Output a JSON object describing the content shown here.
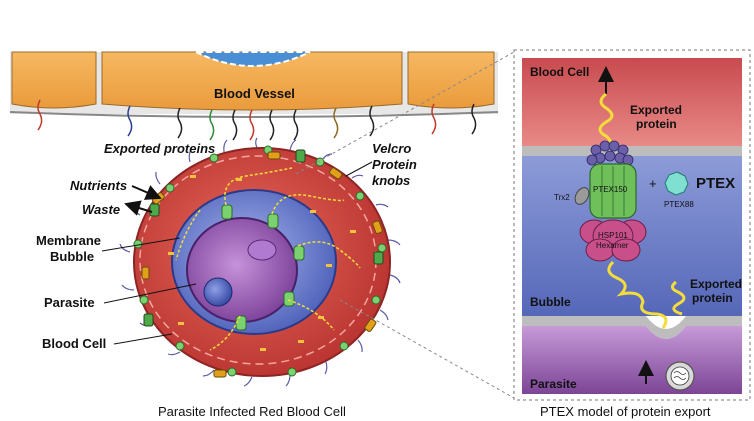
{
  "left_panel": {
    "blood_vessel_label": "Blood Vessel",
    "exported_proteins_label": "Exported proteins",
    "velcro_label": [
      "Velcro",
      "Protein",
      "knobs"
    ],
    "nutrients_label": "Nutrients",
    "waste_label": "Waste",
    "membrane_bubble_label": [
      "Membrane",
      "Bubble"
    ],
    "parasite_label": "Parasite",
    "blood_cell_label": "Blood Cell",
    "caption": "Parasite Infected Red Blood Cell"
  },
  "right_panel": {
    "blood_cell_label": "Blood Cell",
    "exported_protein_top": [
      "Exported",
      "protein"
    ],
    "ptex150_label": "PTEX150",
    "plus_sign": "+",
    "ptex88_label": "PTEX88",
    "ptex_label": "PTEX",
    "trx2_label": "Trx2",
    "hsp101_label": [
      "HSP101",
      "Hexamer"
    ],
    "bubble_label": "Bubble",
    "exported_protein_bottom": [
      "Exported",
      "protein"
    ],
    "parasite_label": "Parasite",
    "caption": "PTEX model of protein export"
  },
  "colors": {
    "vessel_cell": "#f2a64a",
    "blood_cell": "#d9534f",
    "bubble": "#6b7fc9",
    "parasite": "#8a4fa8",
    "ptex_green": "#6fbf5a",
    "hsp_pink": "#c94f8a",
    "protein_yellow": "#f4dd3a"
  }
}
